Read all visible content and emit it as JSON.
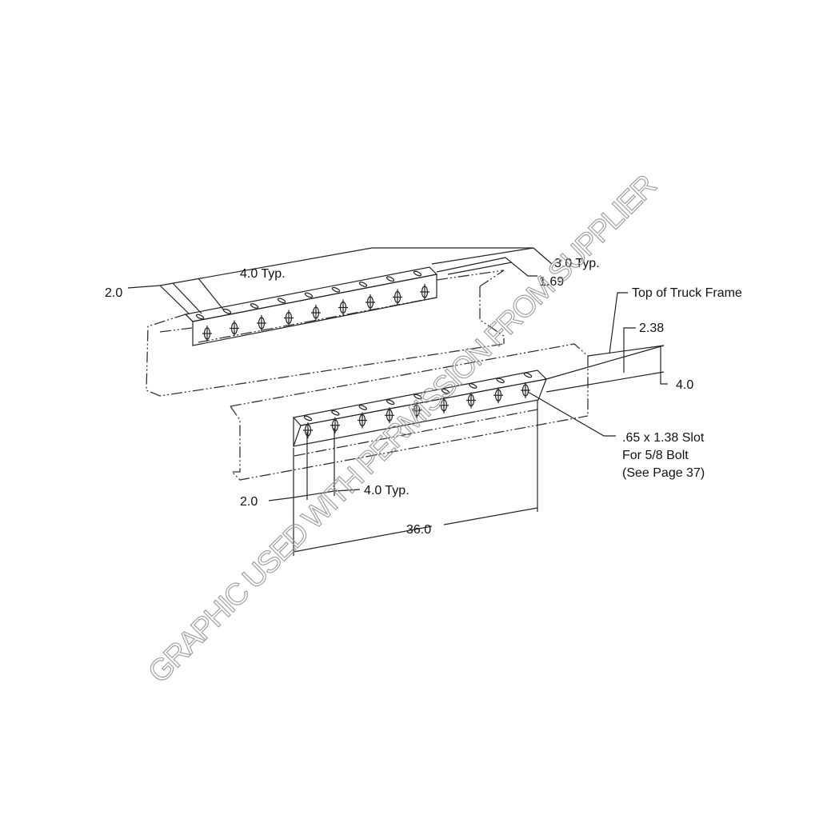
{
  "upper_bracket": {
    "edge_dim": "2.0",
    "spacing_dim": "4.0 Typ.",
    "height_dim": "3.0 Typ.",
    "offset_dim": "1.69"
  },
  "lower_bracket": {
    "edge_dim": "2.0",
    "spacing_dim": "4.0 Typ.",
    "length_dim": "36.0"
  },
  "frame": {
    "top_label": "Top of Truck Frame",
    "top_dim": "2.38",
    "depth_dim": "4.0"
  },
  "slot_note": {
    "line1": ".65 x 1.38 Slot",
    "line2": "For 5/8 Bolt",
    "line3": "(See Page 37)"
  },
  "watermark": "GRAPHIC USED WITH PERMISSION FROM SUPPLIER",
  "holes_per_row": 9
}
